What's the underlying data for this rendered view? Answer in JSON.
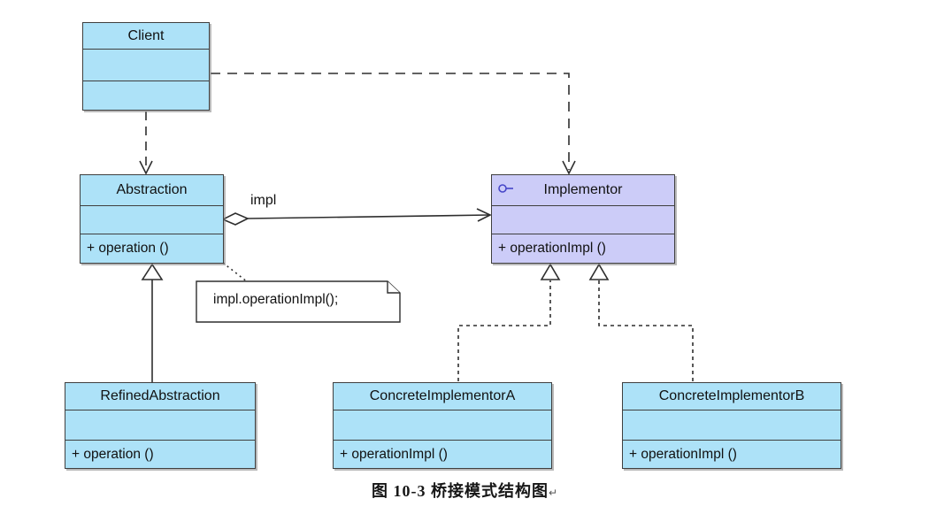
{
  "diagram_type": "uml-class-diagram",
  "caption": {
    "text": "图 10-3  桥接模式结构图",
    "return_mark": "↵"
  },
  "colors": {
    "class_fill": "#ade2f8",
    "interface_fill": "#ccccf8",
    "border": "#3f3f3f",
    "connector": "#2e2e2e",
    "interface_icon": "#4646c8"
  },
  "classes": {
    "client": {
      "name": "Client",
      "attributes": "",
      "operations": ""
    },
    "abstraction": {
      "name": "Abstraction",
      "attributes": "",
      "operations": "+  operation ()"
    },
    "implementor": {
      "name": "Implementor",
      "attributes": "",
      "operations": "+  operationImpl ()",
      "stereotype_icon": "interface-lollipop"
    },
    "refined": {
      "name": "RefinedAbstraction",
      "attributes": "",
      "operations": "+  operation ()"
    },
    "concreteA": {
      "name": "ConcreteImplementorA",
      "attributes": "",
      "operations": "+  operationImpl ()"
    },
    "concreteB": {
      "name": "ConcreteImplementorB",
      "attributes": "",
      "operations": "+  operationImpl ()"
    }
  },
  "note": {
    "text": "impl.operationImpl();"
  },
  "labels": {
    "impl": "impl"
  },
  "relationships": [
    {
      "from": "Client",
      "to": "Abstraction",
      "type": "dependency (dashed open arrow)"
    },
    {
      "from": "Client",
      "to": "Implementor",
      "type": "dependency (dashed open arrow)"
    },
    {
      "from": "Abstraction",
      "to": "Implementor",
      "type": "aggregation (hollow diamond, open arrow)",
      "label": "impl"
    },
    {
      "from": "RefinedAbstraction",
      "to": "Abstraction",
      "type": "generalization (solid line, hollow triangle)"
    },
    {
      "from": "ConcreteImplementorA",
      "to": "Implementor",
      "type": "realization (dashed line, hollow triangle)"
    },
    {
      "from": "ConcreteImplementorB",
      "to": "Implementor",
      "type": "realization (dashed line, hollow triangle)"
    },
    {
      "from": "Abstraction.operation()",
      "to": "note",
      "type": "note anchor (dotted line)"
    }
  ]
}
